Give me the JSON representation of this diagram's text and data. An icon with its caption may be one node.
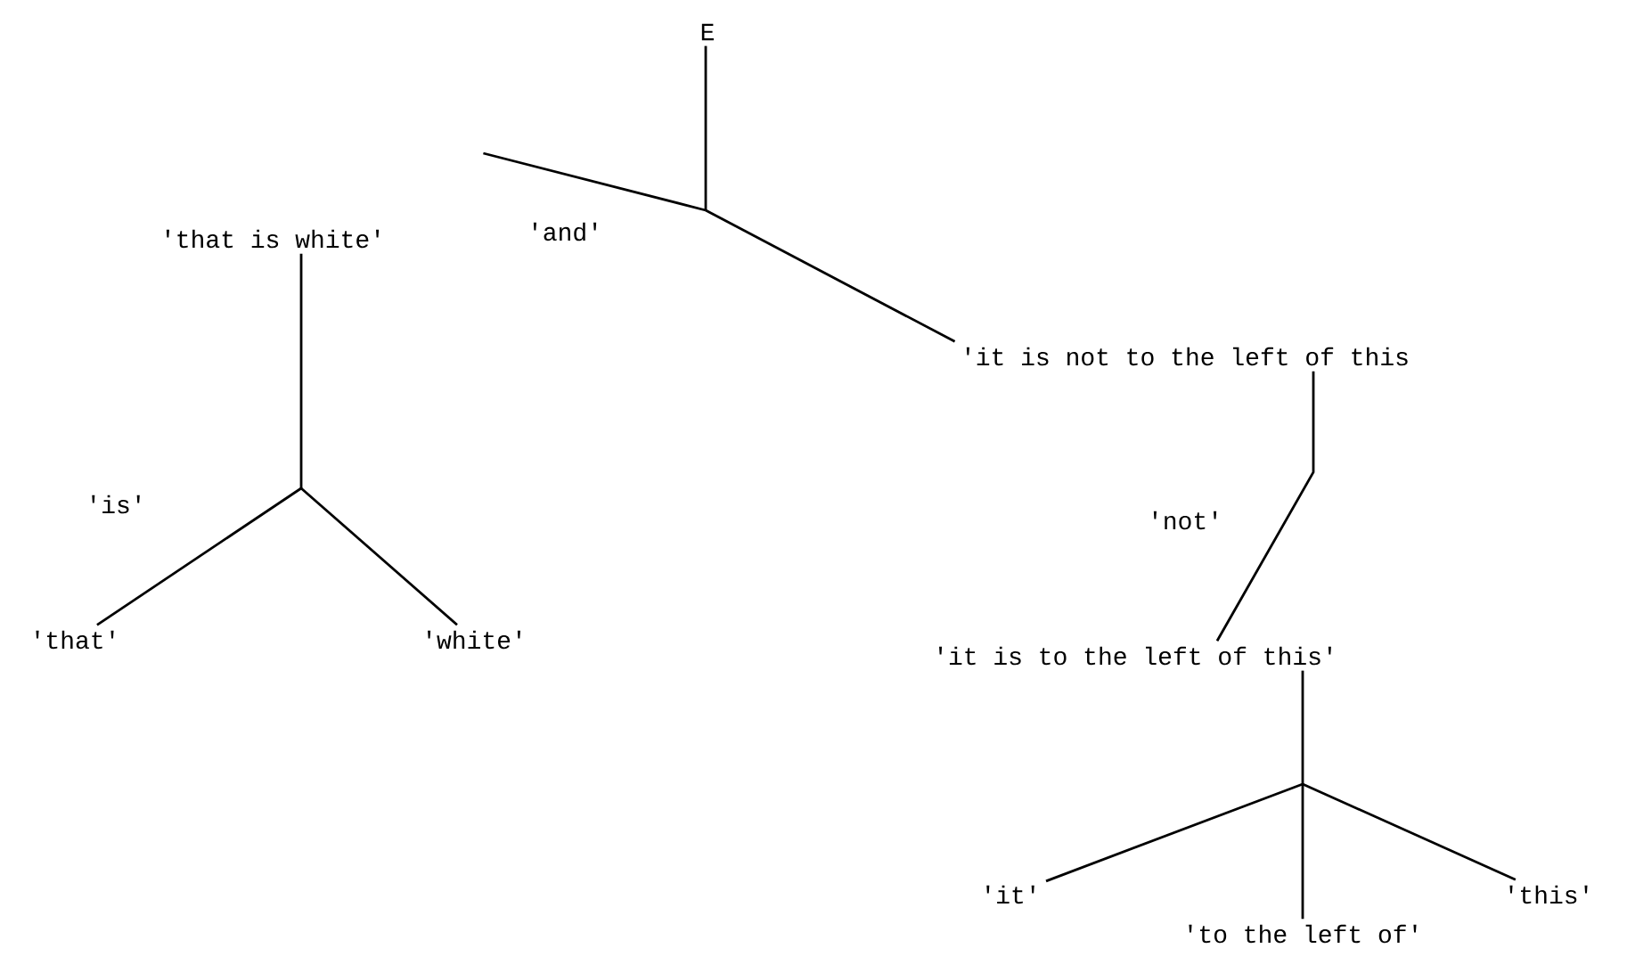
{
  "diagram": {
    "nodes": [
      {
        "text": [
          "E"
        ]
      },
      {
        "text": [
          "'that is white'"
        ]
      },
      {
        "text": [
          "'it is not to the left of this"
        ]
      },
      {
        "text": [
          "'that'"
        ]
      },
      {
        "text": [
          "'white'"
        ]
      },
      {
        "text": [
          "'it is to the left of this'"
        ]
      },
      {
        "text": [
          "'it'"
        ]
      },
      {
        "text": [
          "'to the left of'"
        ]
      },
      {
        "text": [
          "'this'"
        ]
      }
    ],
    "edges": [
      {
        "from": 0,
        "to": 1,
        "arrow": "none"
      },
      {
        "from": 0,
        "to": 2,
        "arrow": "none"
      },
      {
        "from": 1,
        "to": 3,
        "arrow": "none"
      },
      {
        "from": 1,
        "to": 4,
        "arrow": "none"
      },
      {
        "from": 2,
        "to": 5,
        "arrow": "none"
      },
      {
        "from": 5,
        "to": 6,
        "arrow": "none"
      },
      {
        "from": 5,
        "to": 7,
        "arrow": "none"
      },
      {
        "from": 5,
        "to": 8,
        "arrow": "none"
      }
    ],
    "labels": [
      "'and'",
      "'is'",
      "'not'"
    ]
  }
}
